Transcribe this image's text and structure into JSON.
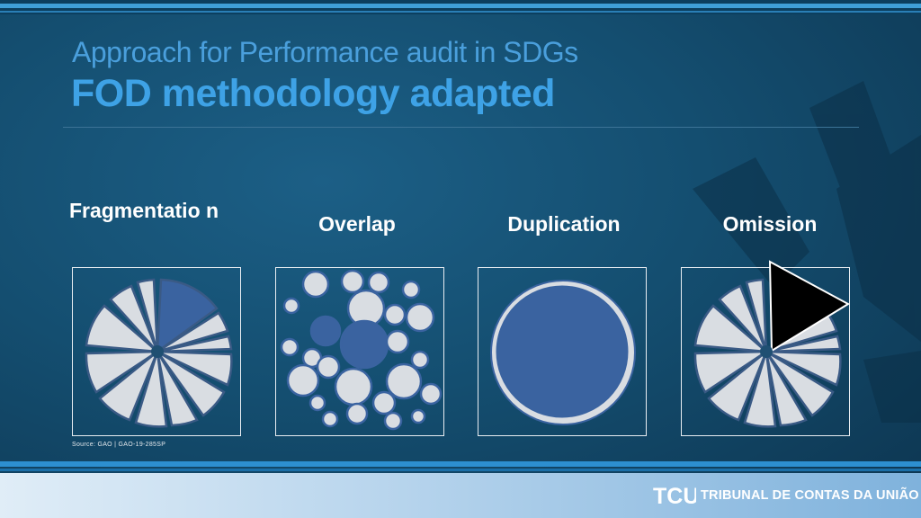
{
  "slide": {
    "subtitle": "Approach for Performance audit in SDGs",
    "title": "FOD methodology adapted"
  },
  "columns": [
    {
      "label": "Fragmentatio n",
      "graphic": "pie-split-icon"
    },
    {
      "label": "Overlap",
      "graphic": "overlapping-circles-icon"
    },
    {
      "label": "Duplication",
      "graphic": "double-circle-icon"
    },
    {
      "label": "Omission",
      "graphic": "pie-gap-icon"
    }
  ],
  "source": "Source: GAO | GAO-19-285SP",
  "footer": {
    "logo": "TCU",
    "org_name": "TRIBUNAL DE CONTAS DA UNIÃO"
  },
  "colors": {
    "background": "#144e70",
    "title_blue": "#3ea2e6",
    "fill_blue": "#3a63a0",
    "fill_gray": "#d9dde2"
  }
}
